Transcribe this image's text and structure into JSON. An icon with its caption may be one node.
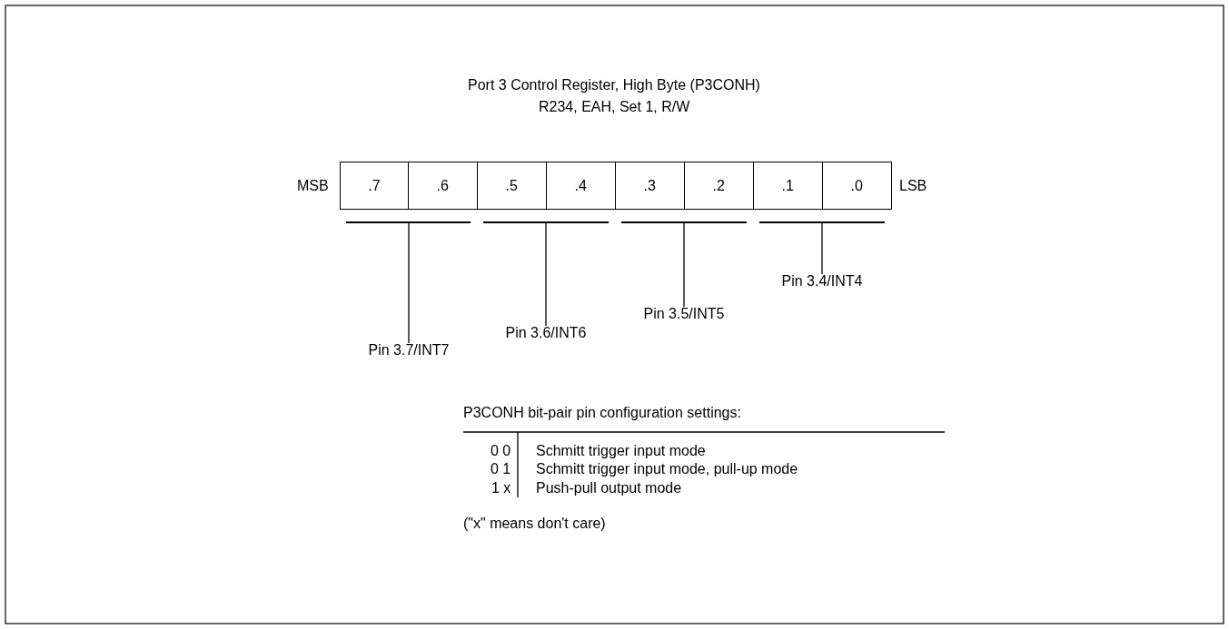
{
  "diagram": {
    "title": "Port 3 Control Register, High Byte (P3CONH)",
    "nodes": [
      {
        "text": [
          ".7"
        ]
      },
      {
        "text": [
          ".6"
        ]
      },
      {
        "text": [
          ".5"
        ]
      },
      {
        "text": [
          ".4"
        ]
      },
      {
        "text": [
          ".3"
        ]
      },
      {
        "text": [
          ".2"
        ]
      },
      {
        "text": [
          ".1"
        ]
      },
      {
        "text": [
          ".0"
        ]
      },
      {
        "text": [
          "Pin 3.7/INT7"
        ]
      },
      {
        "text": [
          "Pin 3.6/INT6"
        ]
      },
      {
        "text": [
          "Pin 3.5/INT5"
        ]
      },
      {
        "text": [
          "Pin 3.4/INT4"
        ]
      },
      {
        "text": [],
        "shape": "bar"
      },
      {
        "text": [],
        "shape": "bar"
      },
      {
        "text": [],
        "shape": "bar"
      },
      {
        "text": [],
        "shape": "bar"
      }
    ],
    "edges": [
      {
        "from": 8,
        "to": 12,
        "arrow": "none"
      },
      {
        "from": 9,
        "to": 13,
        "arrow": "none"
      },
      {
        "from": 10,
        "to": 14,
        "arrow": "none"
      },
      {
        "from": 11,
        "to": 15,
        "arrow": "none"
      }
    ],
    "labels": [
      "R234, EAH, Set 1, R/W",
      "MSB",
      "LSB",
      "P3CONH bit-pair pin configuration settings:",
      "0 0",
      "Schmitt trigger input mode",
      "0 1",
      "Schmitt trigger input mode, pull-up mode",
      "1 x",
      "Push-pull output mode",
      "(\"x\" means don't care)"
    ]
  }
}
